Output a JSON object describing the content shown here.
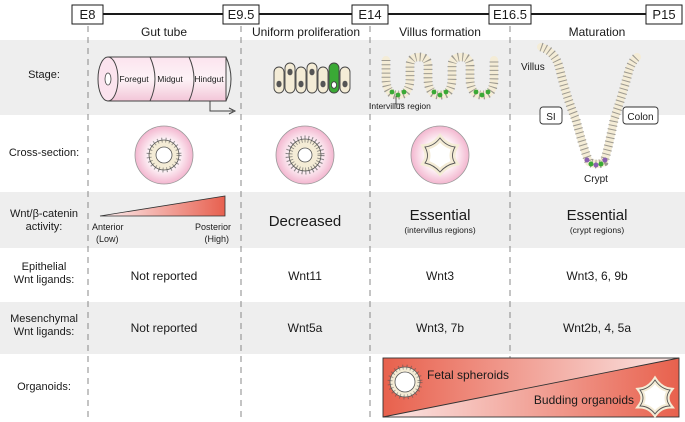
{
  "timeline": {
    "e8": "E8",
    "e9_5": "E9.5",
    "e14": "E14",
    "e16_5": "E16.5",
    "p15": "P15"
  },
  "columns": {
    "gut_tube": "Gut tube",
    "uniform_proliferation": "Uniform proliferation",
    "villus_formation": "Villus formation",
    "maturation": "Maturation"
  },
  "rows": {
    "stage": "Stage:",
    "cross_section": "Cross-section:",
    "wnt_activity_1": "Wnt/β-catenin",
    "wnt_activity_2": "activity:",
    "epithelial_1": "Epithelial",
    "epithelial_2": "Wnt ligands:",
    "mesenchymal_1": "Mesenchymal",
    "mesenchymal_2": "Wnt ligands:",
    "organoids": "Organoids:"
  },
  "stage_labels": {
    "foregut": "Foregut",
    "midgut": "Midgut",
    "hindgut": "Hindgut",
    "intervillus_region": "Intervillus region",
    "villus": "Villus",
    "si": "SI",
    "colon": "Colon",
    "crypt": "Crypt"
  },
  "wnt_activity": {
    "anterior": "Anterior",
    "low": "(Low)",
    "posterior": "Posterior",
    "high": "(High)",
    "decreased": "Decreased",
    "essential_villus": "Essential",
    "essential_villus_note": "(intervillus regions)",
    "essential_maturation": "Essential",
    "essential_maturation_note": "(crypt regions)"
  },
  "epithelial_ligands": {
    "gut_tube": "Not reported",
    "uniform_proliferation": "Wnt11",
    "villus_formation": "Wnt3",
    "maturation": "Wnt3, 6, 9b"
  },
  "mesenchymal_ligands": {
    "gut_tube": "Not reported",
    "uniform_proliferation": "Wnt5a",
    "villus_formation": "Wnt3, 7b",
    "maturation": "Wnt2b, 4, 5a"
  },
  "organoids": {
    "fetal_spheroids": "Fetal spheroids",
    "budding_organoids": "Budding organoids"
  },
  "colors": {
    "row_shade": "#eeeeee",
    "pink_light": "#fbe3ee",
    "pink_mid": "#f3b6cf",
    "salmon": "#e8614d",
    "green": "#3aa935",
    "purple": "#8a5fb0",
    "cell_fill": "#f4ecd6"
  }
}
